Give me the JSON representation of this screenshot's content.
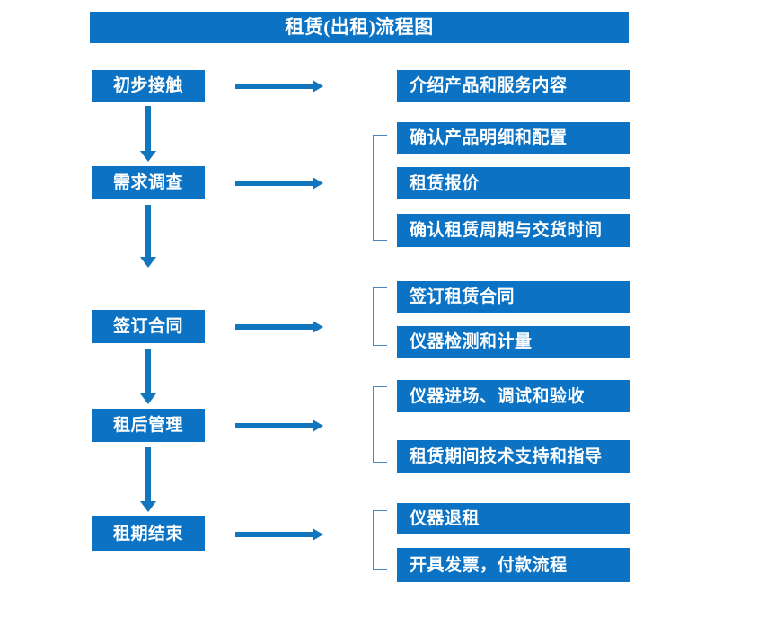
{
  "diagram": {
    "title": "租赁(出租)流程图",
    "accent_color": "#0B72C4",
    "connector_color": "#1276BE",
    "bracket_color": "#4A86C8",
    "text_color": "#FFFFFF",
    "background": "#FFFFFF",
    "stages": [
      {
        "label": "初步接触",
        "details": [
          "介绍产品和服务内容"
        ],
        "has_bracket": false,
        "arrow_right": "arrow-right-icon",
        "arrow_down": "arrow-down-icon"
      },
      {
        "label": "需求调查",
        "details": [
          "确认产品明细和配置",
          "租赁报价",
          "确认租赁周期与交货时间"
        ],
        "has_bracket": true,
        "arrow_right": "arrow-right-icon",
        "arrow_down": "arrow-down-icon"
      },
      {
        "label": "签订合同",
        "details": [
          "签订租赁合同",
          "仪器检测和计量"
        ],
        "has_bracket": true,
        "arrow_right": "arrow-right-icon",
        "arrow_down": "arrow-down-icon"
      },
      {
        "label": "租后管理",
        "details": [
          "仪器进场、调试和验收",
          "租赁期间技术支持和指导"
        ],
        "has_bracket": true,
        "arrow_right": "arrow-right-icon",
        "arrow_down": "arrow-down-icon"
      },
      {
        "label": "租期结束",
        "details": [
          "仪器退租",
          "开具发票，付款流程"
        ],
        "has_bracket": true,
        "arrow_right": "arrow-right-icon",
        "arrow_down": null
      }
    ]
  }
}
